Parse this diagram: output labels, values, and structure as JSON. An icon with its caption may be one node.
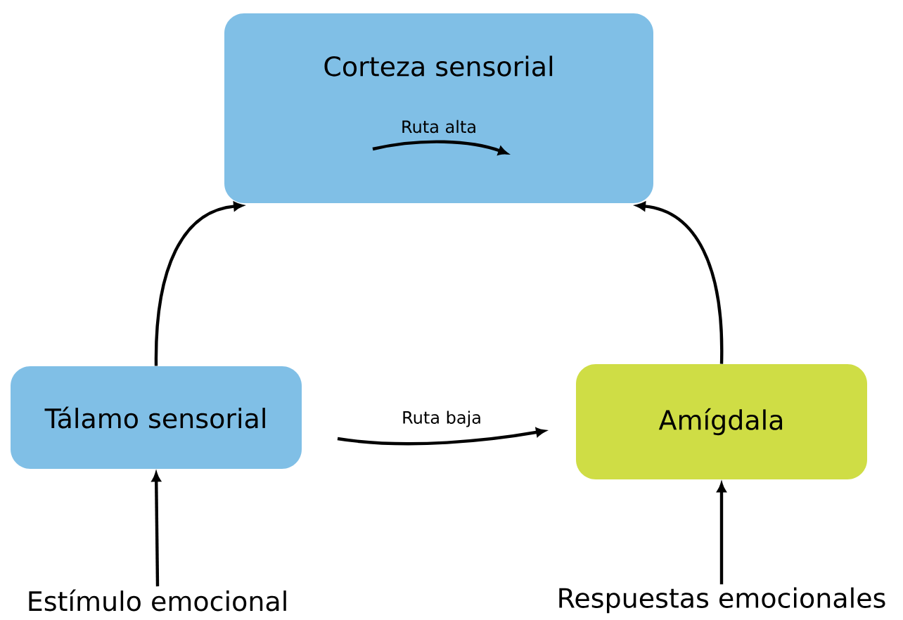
{
  "diagram": {
    "nodes": [
      {
        "text": [
          "Corteza sensorial"
        ]
      },
      {
        "text": [
          "Tálamo sensorial"
        ]
      },
      {
        "text": [
          "Amígdala"
        ]
      },
      {
        "text": [
          "Estímulo emocional"
        ]
      },
      {
        "text": [
          "Respuestas emocionales"
        ]
      }
    ],
    "edges": [
      {
        "from": 1,
        "to": 0,
        "arrow": "to"
      },
      {
        "from": 2,
        "to": 0,
        "arrow": "to"
      },
      {
        "from": 1,
        "to": 2,
        "arrow": "to",
        "label": "Ruta baja"
      },
      {
        "from": 3,
        "to": 1,
        "arrow": "to"
      },
      {
        "from": 4,
        "to": 2,
        "arrow": "to"
      }
    ],
    "labels": [
      "Ruta alta"
    ]
  }
}
